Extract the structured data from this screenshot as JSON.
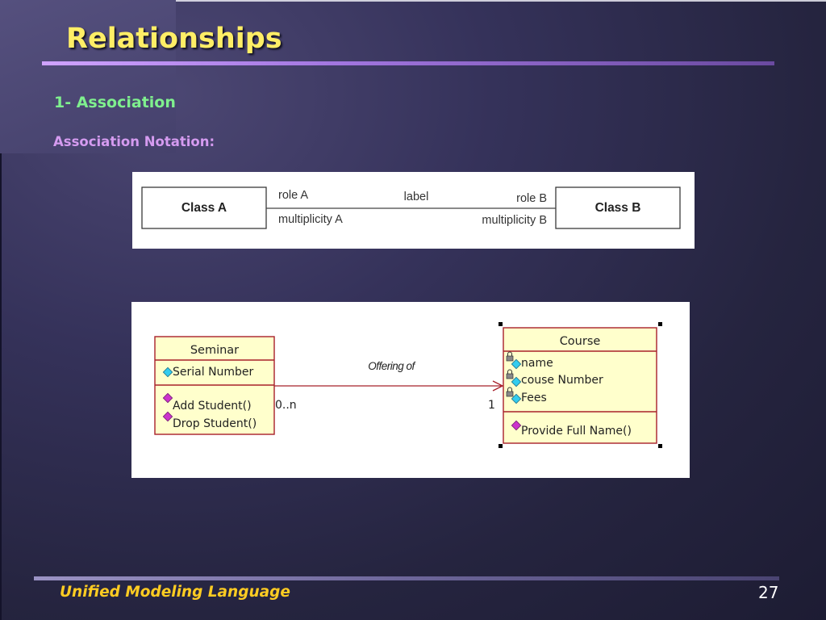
{
  "slide": {
    "title": "Relationships",
    "subheading": "1- Association",
    "caption": "Association Notation:",
    "footer": "Unified Modeling Language",
    "page_number": "27"
  },
  "notation": {
    "class_a": "Class A",
    "class_b": "Class B",
    "role_a": "role A",
    "label": "label",
    "role_b": "role B",
    "multiplicity_a": "multiplicity A",
    "multiplicity_b": "multiplicity B"
  },
  "example": {
    "seminar": {
      "name": "Seminar",
      "attributes": [
        "Serial Number"
      ],
      "operations": [
        "Add Student()",
        "Drop Student()"
      ]
    },
    "course": {
      "name": "Course",
      "attributes": [
        "name",
        "couse Number",
        "Fees"
      ],
      "operations": [
        "Provide Full Name()"
      ]
    },
    "association": {
      "label": "Offering of",
      "multiplicity_seminar": "0..n",
      "multiplicity_course": "1"
    }
  },
  "colors": {
    "title": "#ffee66",
    "subheading": "#7ff08e",
    "caption": "#d59bf0",
    "footer": "#ffcc22",
    "uml_fill": "#ffffcc",
    "uml_border": "#a8202a",
    "attribute_icon": "#33ccee",
    "operation_icon": "#cc33cc"
  }
}
